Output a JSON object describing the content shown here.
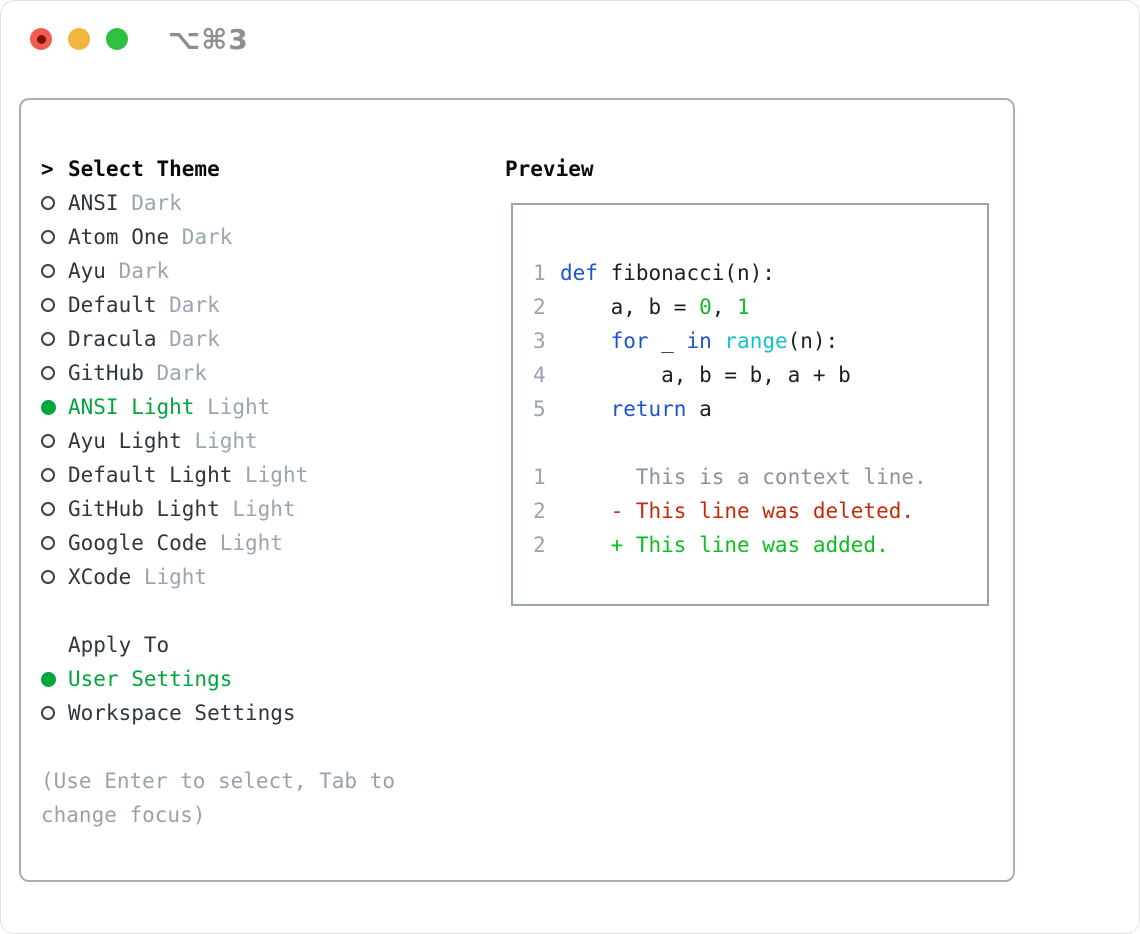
{
  "window": {
    "titlebar": {
      "shortcut": "⌥⌘3",
      "buttons": [
        "close",
        "minimize",
        "zoom"
      ],
      "colors": {
        "close": "#f15b50",
        "close_dot": "#7c1205",
        "minimize": "#f2b53d",
        "zoom": "#31bf41"
      }
    }
  },
  "theme_picker": {
    "cursor": ">",
    "header": "Select Theme",
    "themes": [
      {
        "name": "ANSI",
        "tag": "Dark",
        "selected": false
      },
      {
        "name": "Atom One",
        "tag": "Dark",
        "selected": false
      },
      {
        "name": "Ayu",
        "tag": "Dark",
        "selected": false
      },
      {
        "name": "Default",
        "tag": "Dark",
        "selected": false
      },
      {
        "name": "Dracula",
        "tag": "Dark",
        "selected": false
      },
      {
        "name": "GitHub",
        "tag": "Dark",
        "selected": false
      },
      {
        "name": "ANSI Light",
        "tag": "Light",
        "selected": true
      },
      {
        "name": "Ayu Light",
        "tag": "Light",
        "selected": false
      },
      {
        "name": "Default Light",
        "tag": "Light",
        "selected": false
      },
      {
        "name": "GitHub Light",
        "tag": "Light",
        "selected": false
      },
      {
        "name": "Google Code",
        "tag": "Light",
        "selected": false
      },
      {
        "name": "XCode",
        "tag": "Light",
        "selected": false
      }
    ],
    "apply_to": {
      "header": "Apply To",
      "options": [
        {
          "label": "User Settings",
          "selected": true
        },
        {
          "label": "Workspace Settings",
          "selected": false
        }
      ]
    },
    "help_lines": [
      "(Use Enter to select, Tab to",
      "change focus)"
    ]
  },
  "preview": {
    "header": "Preview",
    "code_lines": [
      {
        "num": "1",
        "segments": [
          {
            "t": "def",
            "c": "kw"
          },
          {
            "t": " fibonacci(n):",
            "c": "fg"
          }
        ]
      },
      {
        "num": "2",
        "segments": [
          {
            "t": "    a, b = ",
            "c": "fg"
          },
          {
            "t": "0",
            "c": "num"
          },
          {
            "t": ", ",
            "c": "fg"
          },
          {
            "t": "1",
            "c": "num"
          }
        ]
      },
      {
        "num": "3",
        "segments": [
          {
            "t": "    ",
            "c": "fg"
          },
          {
            "t": "for",
            "c": "kw"
          },
          {
            "t": " _ ",
            "c": "fg"
          },
          {
            "t": "in",
            "c": "kw"
          },
          {
            "t": " ",
            "c": "fg"
          },
          {
            "t": "range",
            "c": "fn"
          },
          {
            "t": "(n):",
            "c": "fg"
          }
        ]
      },
      {
        "num": "4",
        "segments": [
          {
            "t": "        a, b = b, a + b",
            "c": "fg"
          }
        ]
      },
      {
        "num": "5",
        "segments": [
          {
            "t": "    ",
            "c": "fg"
          },
          {
            "t": "return",
            "c": "kw"
          },
          {
            "t": " a",
            "c": "fg"
          }
        ]
      }
    ],
    "diff_lines": [
      {
        "num": "1",
        "segments": [
          {
            "t": "      This is a context line.",
            "c": "ctx"
          }
        ]
      },
      {
        "num": "2",
        "segments": [
          {
            "t": "    - This line was deleted.",
            "c": "del"
          }
        ]
      },
      {
        "num": "2",
        "segments": [
          {
            "t": "    + This line was added.",
            "c": "add"
          }
        ]
      }
    ]
  },
  "colors": {
    "selection_green": "#00a53c",
    "keyword_blue": "#1b53d6",
    "function_cyan": "#15c1c9",
    "number_green": "#13bd20",
    "deleted_red": "#c52b0a",
    "added_green": "#0cbf1e",
    "context_gray": "#8a939d",
    "dim_gray": "#9aa5b1",
    "panel_border": "#a6aeb8"
  }
}
